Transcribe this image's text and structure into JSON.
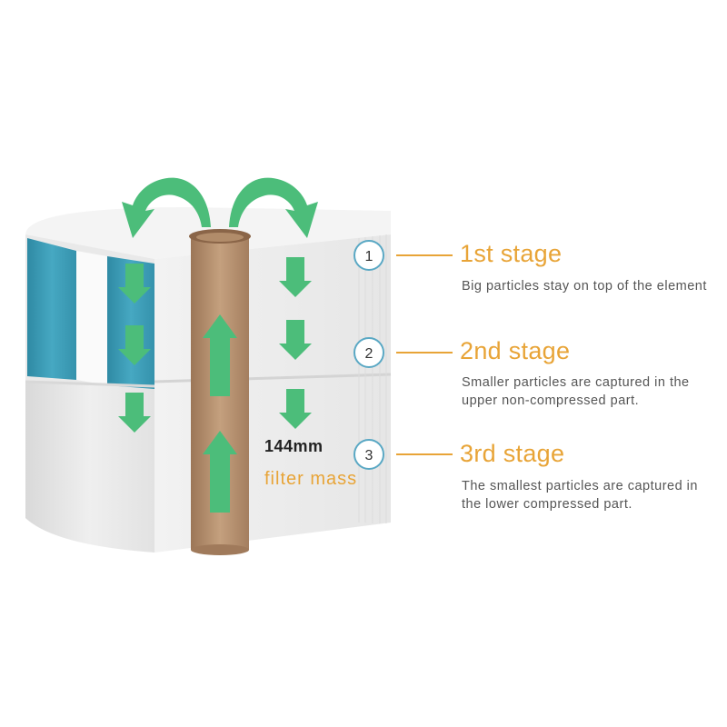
{
  "colors": {
    "accent_orange": "#E8A437",
    "arrow_green": "#4CBD7A",
    "core_brown": "#B08B69",
    "liner_blue": "#3D9BB4",
    "filter_white": "#EDEDED"
  },
  "filter": {
    "height_value": "144mm",
    "mass_label": "filter mass"
  },
  "stages": [
    {
      "number": "1",
      "title": "1st stage",
      "description": "Big particles stay on top of the element"
    },
    {
      "number": "2",
      "title": "2nd stage",
      "description": "Smaller particles are captured in the upper non-compressed part."
    },
    {
      "number": "3",
      "title": "3rd stage",
      "description": "The smallest particles are captured in the lower compressed part."
    }
  ],
  "icons": {
    "down_arrow": "down-arrow-icon",
    "up_arrow": "up-arrow-icon",
    "curved_arrow": "curved-arrow-icon"
  }
}
